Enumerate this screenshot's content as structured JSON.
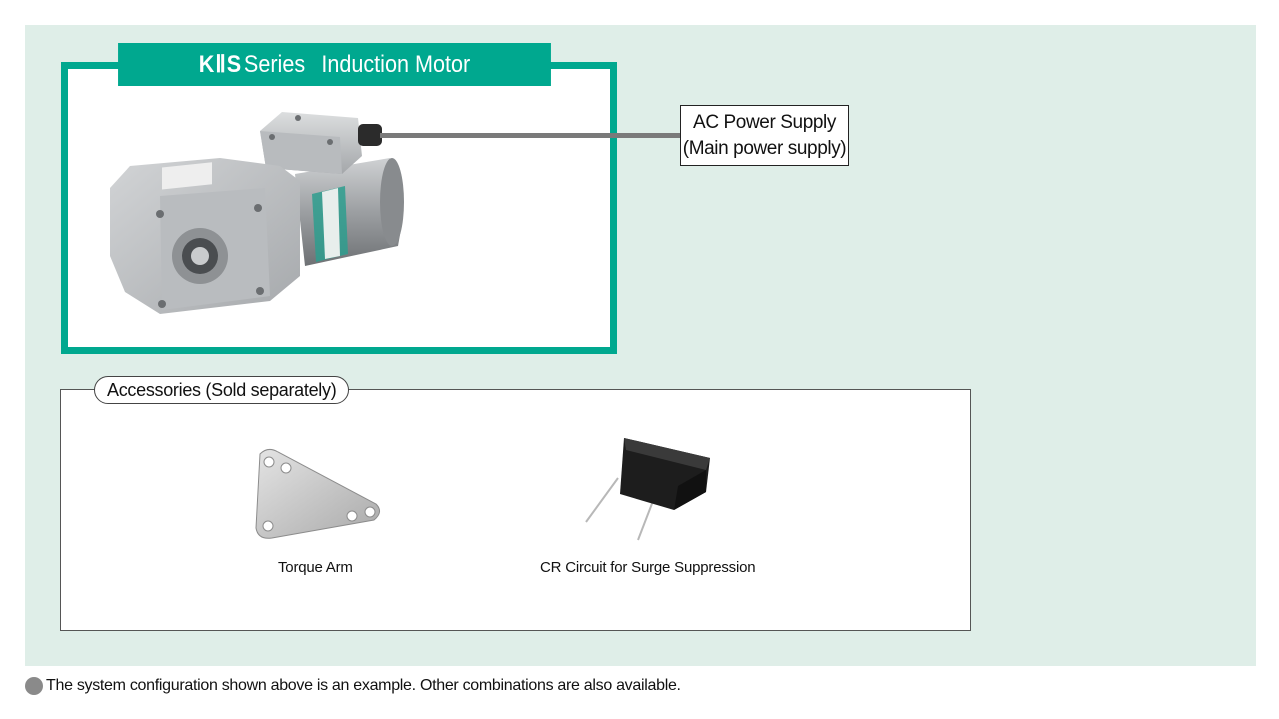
{
  "motor": {
    "series_name": "KⅡS",
    "series_word": "Series",
    "type": "Induction Motor"
  },
  "power_supply": {
    "line1": "AC Power Supply",
    "line2": "(Main power supply)"
  },
  "accessories": {
    "label": "Accessories (Sold separately)",
    "items": [
      {
        "label": "Torque Arm"
      },
      {
        "label": "CR Circuit for Surge Suppression"
      }
    ]
  },
  "footnote": "The system configuration shown above is an example. Other combinations are also available.",
  "colors": {
    "accent": "#00a88f",
    "panel_bg": "#dfeee8",
    "cable": "#7a7a7a"
  }
}
